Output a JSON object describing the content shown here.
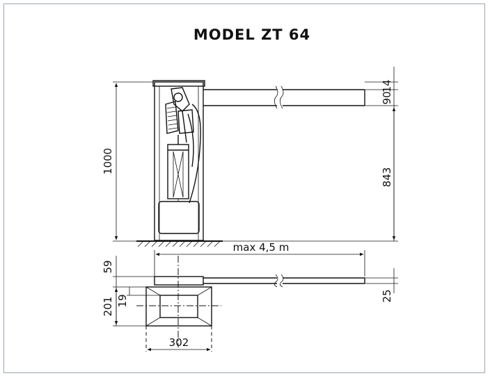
{
  "title": "MODEL ZT 64",
  "dimensions": {
    "total_height": "1000",
    "bar_thickness": "14",
    "bar_height": "90",
    "bar_clearance": "843",
    "max_length": "max 4,5 m",
    "top_view_offset": "59",
    "base_depth": "201",
    "base_inset": "19",
    "bar_width_top": "25",
    "base_width": "302"
  },
  "colors": {
    "line": "#111111",
    "frame_border": "#9aa6b8"
  }
}
